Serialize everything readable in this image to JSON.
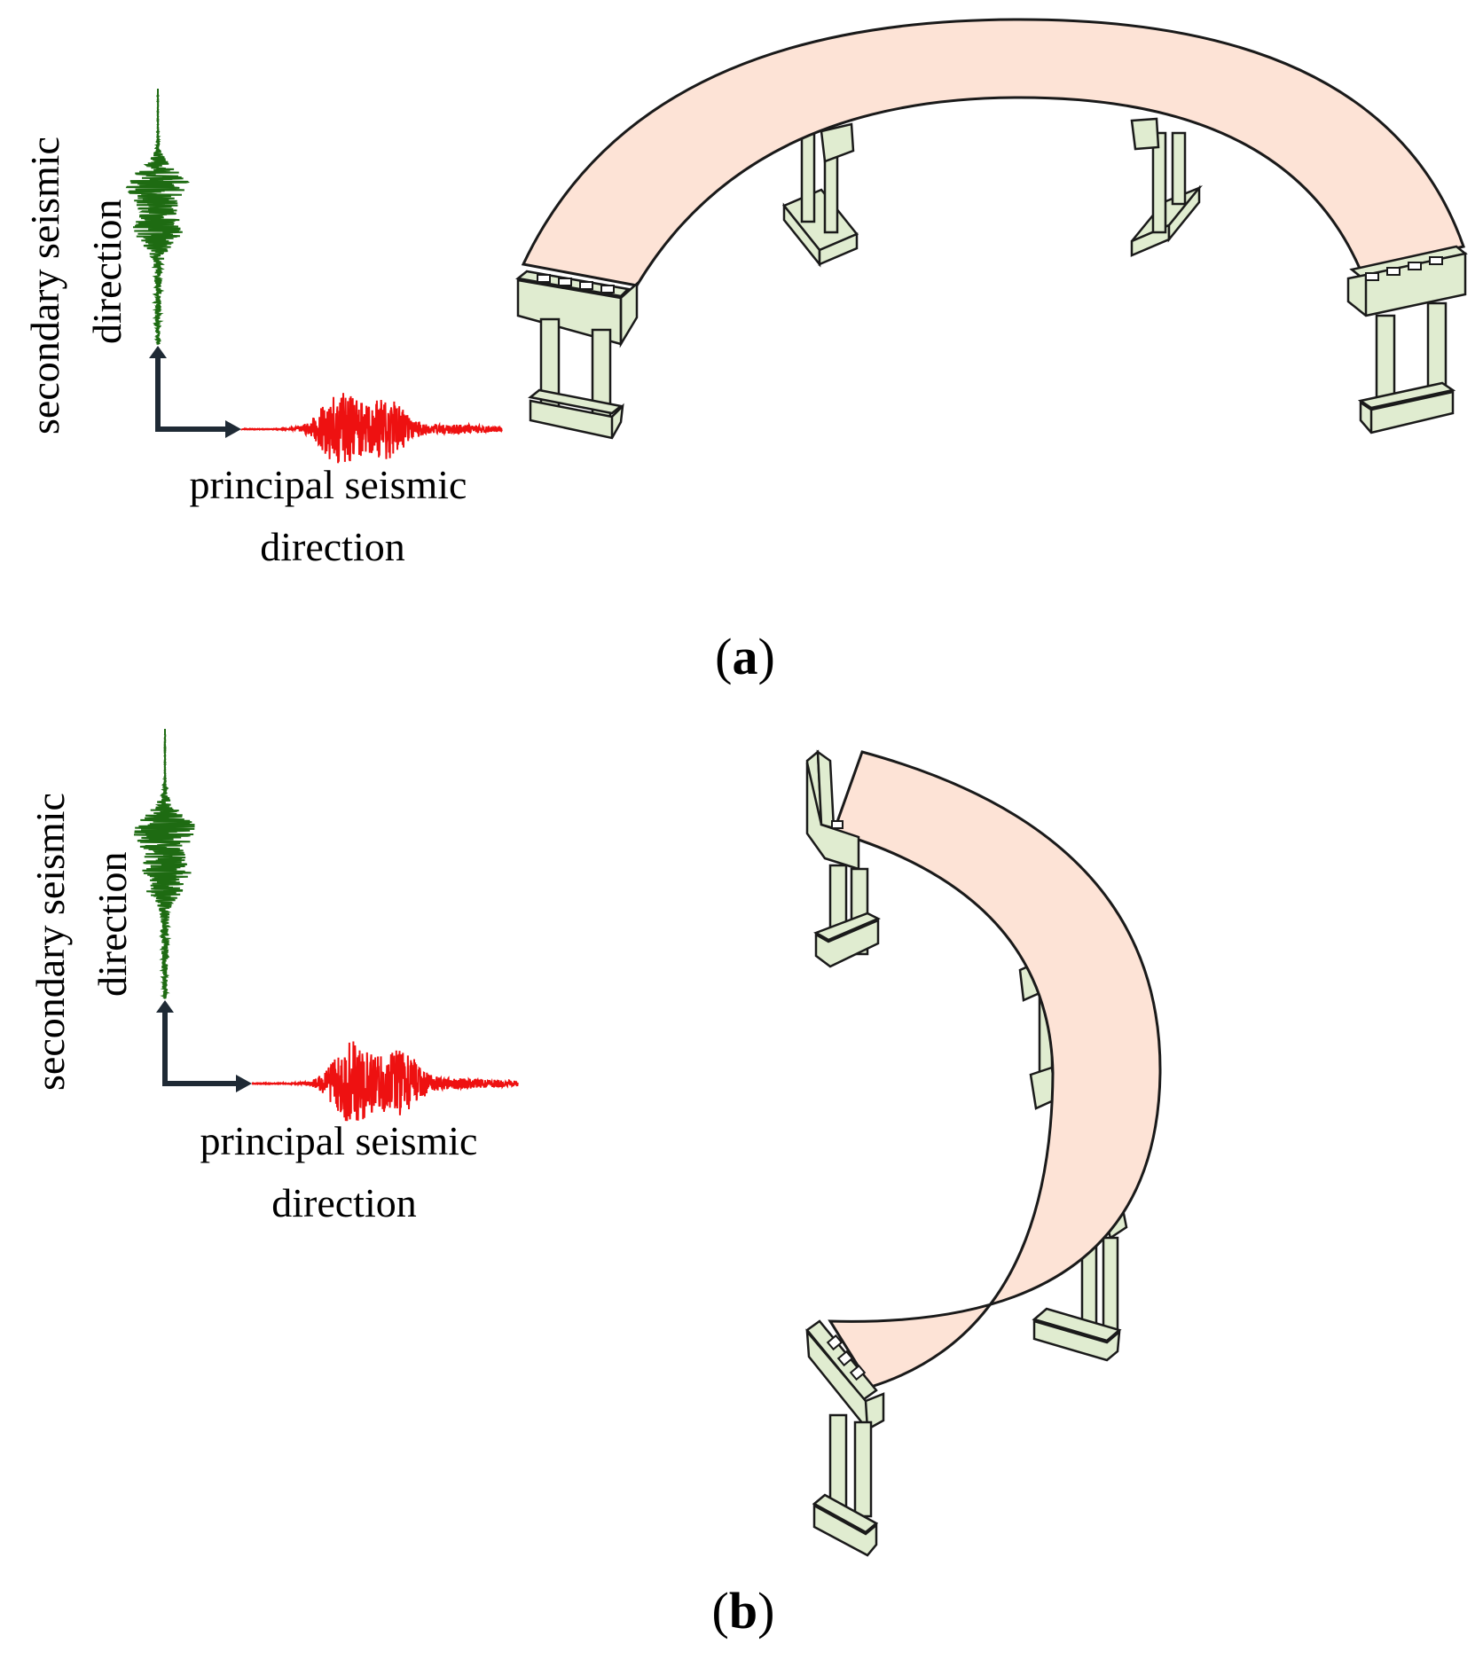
{
  "panels": [
    {
      "id": "a",
      "label_letter": "a",
      "secondary_label_line1": "secondary seismic",
      "secondary_label_line2": "direction",
      "principal_label_line1": "principal seismic",
      "principal_label_line2": "direction"
    },
    {
      "id": "b",
      "label_letter": "b",
      "secondary_label_line1": "secondary seismic",
      "secondary_label_line2": "direction",
      "principal_label_line1": "principal seismic",
      "principal_label_line2": "direction"
    }
  ],
  "colors": {
    "secondary_wave": "#1e6b12",
    "principal_wave": "#ee1111",
    "axis_arrow": "#1f2a35",
    "deck_fill": "#fde3d6",
    "pier_fill": "#e0ecd0",
    "outline": "#1a1a1a"
  }
}
